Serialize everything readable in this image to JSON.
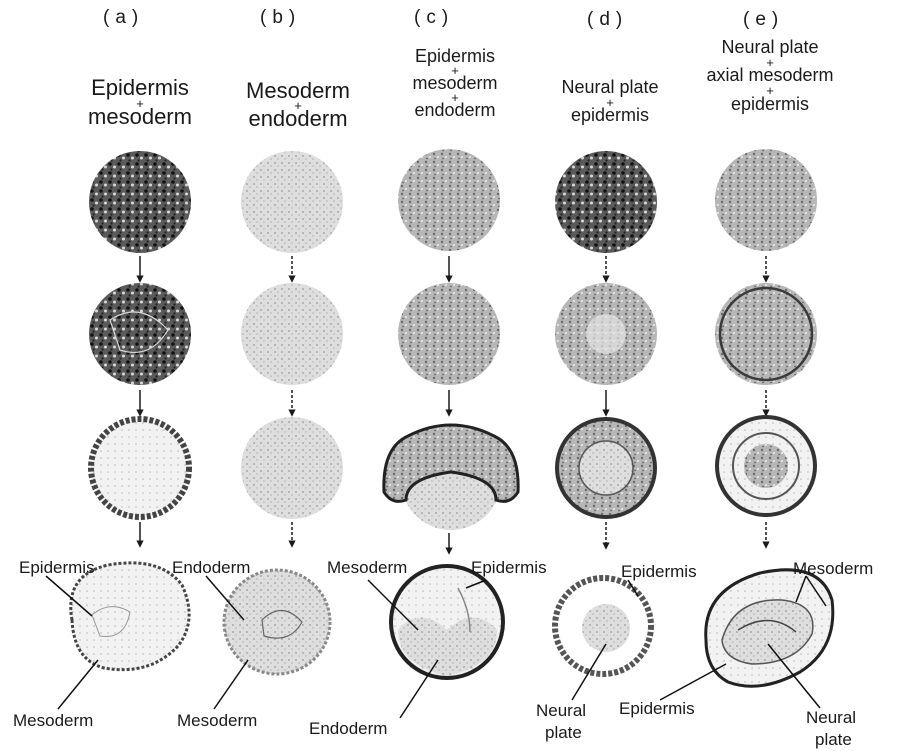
{
  "columns": [
    {
      "letter": "(a)",
      "title_lines": [
        "Epidermis",
        "+",
        "mesoderm"
      ]
    },
    {
      "letter": "(b)",
      "title_lines": [
        "Mesoderm",
        "+",
        "endoderm"
      ]
    },
    {
      "letter": "(c)",
      "title_lines": [
        "Epidermis",
        "+",
        "mesoderm",
        "+",
        "endoderm"
      ]
    },
    {
      "letter": "(d)",
      "title_lines": [
        "Neural plate",
        "+",
        "epidermis"
      ]
    },
    {
      "letter": "(e)",
      "title_lines": [
        "Neural plate",
        "+",
        "axial mesoderm",
        "+",
        "epidermis"
      ]
    }
  ],
  "labels": {
    "a_epidermis": "Epidermis",
    "a_mesoderm": "Mesoderm",
    "b_endoderm": "Endoderm",
    "b_mesoderm": "Mesoderm",
    "c_mesoderm": "Mesoderm",
    "c_epidermis": "Epidermis",
    "c_endoderm": "Endoderm",
    "d_epidermis": "Epidermis",
    "d_neural_plate_1": "Neural",
    "d_neural_plate_2": "plate",
    "e_mesoderm": "Mesoderm",
    "e_epidermis": "Epidermis",
    "e_neural_plate_1": "Neural",
    "e_neural_plate_2": "plate"
  },
  "colors": {
    "ink": "#1a1a1a",
    "dark_fill": "#3a3a3a",
    "mid_fill": "#9a9a9a",
    "light_fill": "#d4d4d4",
    "background": "#ffffff"
  }
}
